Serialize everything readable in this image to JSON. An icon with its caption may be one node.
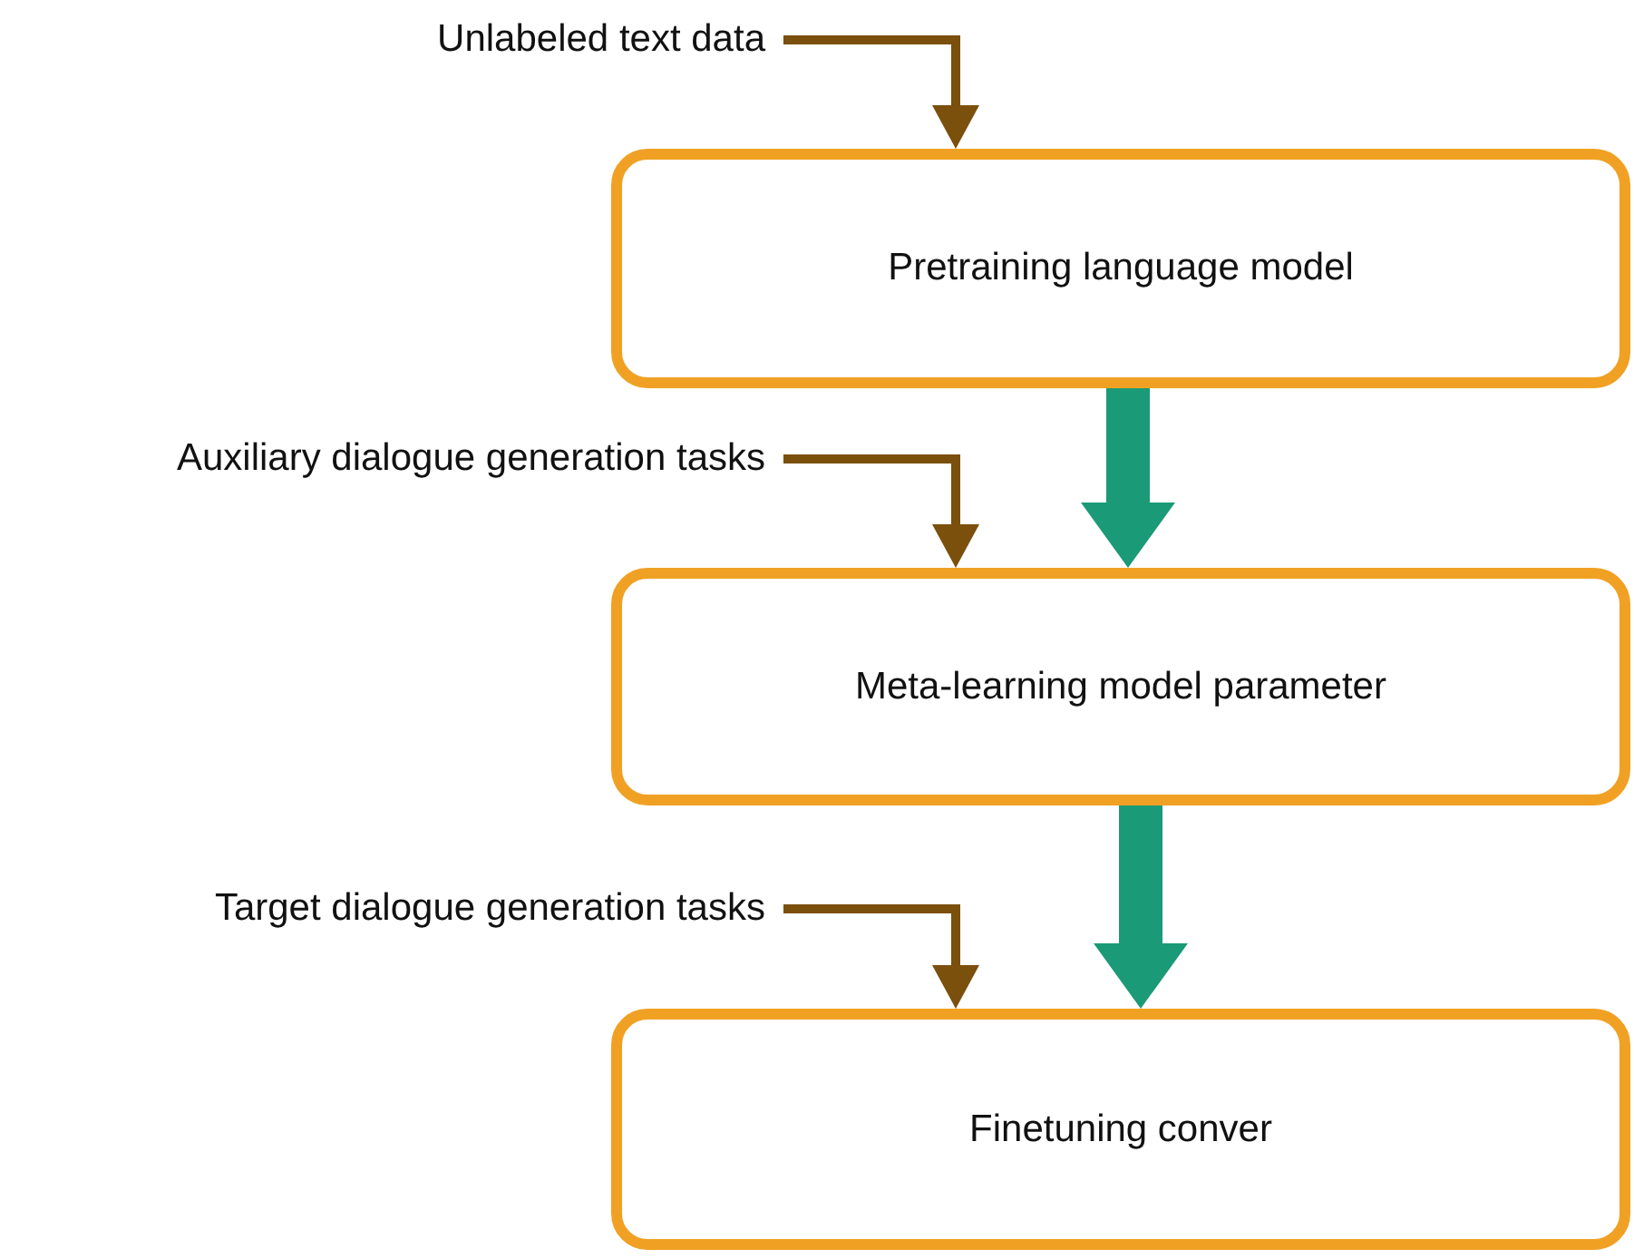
{
  "diagram": {
    "nodes": [
      {
        "text": [
          "Unlabeled text data"
        ]
      },
      {
        "text": [
          "Pretraining language model"
        ]
      },
      {
        "text": [
          "Auxiliary dialogue generation tasks"
        ]
      },
      {
        "text": [
          "Meta-learning model parameter"
        ]
      },
      {
        "text": [
          "Target dialogue generation tasks"
        ]
      },
      {
        "text": [
          "Finetuning conver"
        ]
      }
    ],
    "edges": [
      {
        "from": 0,
        "to": 1,
        "arrow": "to"
      },
      {
        "from": 1,
        "to": 3,
        "arrow": "to",
        "style": "thick",
        "color": "#1b9a77"
      },
      {
        "from": 2,
        "to": 3,
        "arrow": "to"
      },
      {
        "from": 3,
        "to": 5,
        "arrow": "to",
        "style": "thick",
        "color": "#1b9a77"
      },
      {
        "from": 4,
        "to": 5,
        "arrow": "to"
      }
    ]
  }
}
